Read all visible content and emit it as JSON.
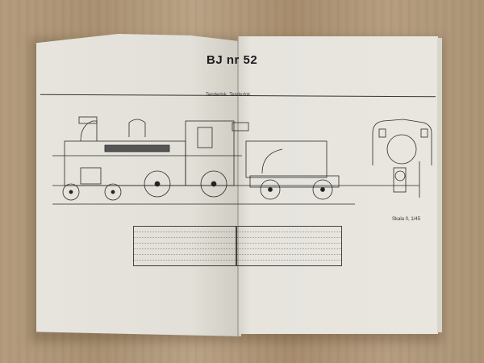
{
  "scene": {
    "description": "Open booklet on wooden table showing locomotive technical drawing",
    "colors": {
      "table": "#b09679",
      "paper": "#e6e4dc",
      "ink": "#222222"
    }
  },
  "booklet": {
    "title": "BJ nr 52",
    "drawing_caption": "Tenderlok. Tenderlok.",
    "scale_label": "Skala 0, 1/45",
    "views": [
      "side-elevation-locomotive",
      "side-elevation-tender",
      "front-end-view"
    ],
    "spec_table_left_rows": 8,
    "spec_table_right_rows": 8
  }
}
